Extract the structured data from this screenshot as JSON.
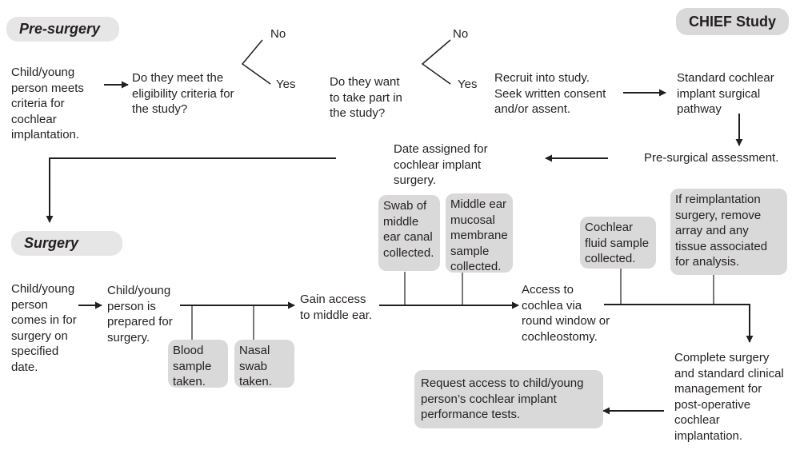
{
  "header": {
    "pre_surgery_label": "Pre-surgery",
    "study_label": "CHIEF Study",
    "surgery_label": "Surgery"
  },
  "pre_surgery": {
    "criteria_text": "Child/young\nperson meets\ncriteria for\ncochlear\nimplantation.",
    "eligibility_question": "Do they meet the\neligibility criteria for\nthe study?",
    "eligibility_no": "No",
    "eligibility_yes": "Yes",
    "participation_question": "Do they want\nto take part in\nthe study?",
    "participation_no": "No",
    "participation_yes": "Yes",
    "recruit_text": "Recruit into study.\nSeek written consent\nand/or assent.",
    "standard_pathway_text": "Standard cochlear\nimplant surgical\npathway",
    "assessment_text": "Pre-surgical assessment.",
    "date_assigned_text": "Date assigned for\ncochlear implant\nsurgery."
  },
  "surgery": {
    "arrival_text": "Child/young\nperson\ncomes in for\nsurgery on\nspecified\ndate.",
    "prepared_text": "Child/young\nperson is\nprepared for\nsurgery.",
    "blood_sample": "Blood\nsample\ntaken.",
    "nasal_swab": "Nasal\nswab\ntaken.",
    "middle_ear_access": "Gain access\nto middle ear.",
    "swab_middle_ear": "Swab of\nmiddle\near canal\ncollected.",
    "mucosal_sample": "Middle ear\nmucosal\nmembrane\nsample\ncollected.",
    "cochlea_access": "Access to\ncochlea via\nround window or\ncochleostomy.",
    "cochlear_fluid": "Cochlear\nfluid sample\ncollected.",
    "reimplantation": "If reimplantation\nsurgery, remove\narray and any\ntissue associated\nfor analysis.",
    "complete_surgery": "Complete surgery\nand standard clinical\nmanagement for\npost-operative\ncochlear\nimplantation.",
    "request_access": "Request access to child/young\nperson’s cochlear implant\nperformance tests."
  },
  "colors": {
    "box_fill": "#d9d9d9",
    "section_fill": "#e6e6e6",
    "line": "#231f20"
  }
}
